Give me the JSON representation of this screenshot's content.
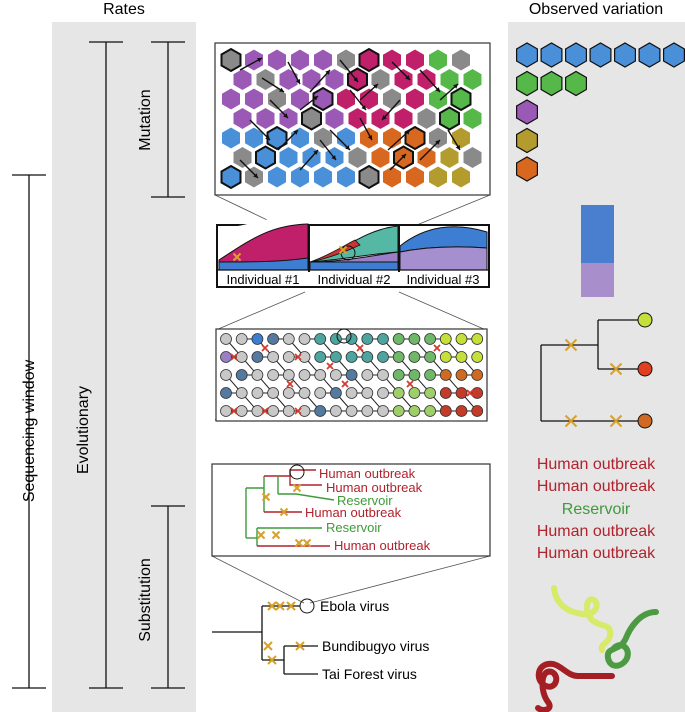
{
  "headers": {
    "rates": "Rates",
    "observed": "Observed variation"
  },
  "axis_labels": {
    "sequencing_window": "Sequencing window",
    "evolutionary": "Evolutionary",
    "mutation": "Mutation",
    "substitution": "Substitution"
  },
  "individuals": [
    "Individual #1",
    "Individual #2",
    "Individual #3"
  ],
  "outbreak_tree_labels": [
    {
      "text": "Human outbreak",
      "kind": "human"
    },
    {
      "text": "Human outbreak",
      "kind": "human"
    },
    {
      "text": "Reservoir",
      "kind": "reservoir"
    },
    {
      "text": "Human outbreak",
      "kind": "human"
    },
    {
      "text": "Reservoir",
      "kind": "reservoir"
    },
    {
      "text": "Human outbreak",
      "kind": "human"
    }
  ],
  "virus_labels": [
    "Ebola virus",
    "Bundibugyo virus",
    "Tai Forest virus"
  ],
  "observed_labels": [
    {
      "text": "Human outbreak",
      "kind": "human"
    },
    {
      "text": "Human outbreak",
      "kind": "human"
    },
    {
      "text": "Reservoir",
      "kind": "reservoir"
    },
    {
      "text": "Human outbreak",
      "kind": "human"
    },
    {
      "text": "Human outbreak",
      "kind": "human"
    }
  ],
  "colors": {
    "human": "#b0222c",
    "reservoir": "#3f9a3a",
    "panel_bg": "#e6e6e6",
    "mutation_mark": "#d9a12b",
    "blue": "#4a90d9",
    "green": "#55b848",
    "purple": "#9b59b6",
    "olive": "#b39b2e",
    "orange": "#d8681f",
    "magenta": "#c0206a",
    "grey": "#8a8a8a"
  },
  "icons": [
    "mutation-cross-icon",
    "hexagon-cell-icon",
    "genome-strand-icon"
  ]
}
